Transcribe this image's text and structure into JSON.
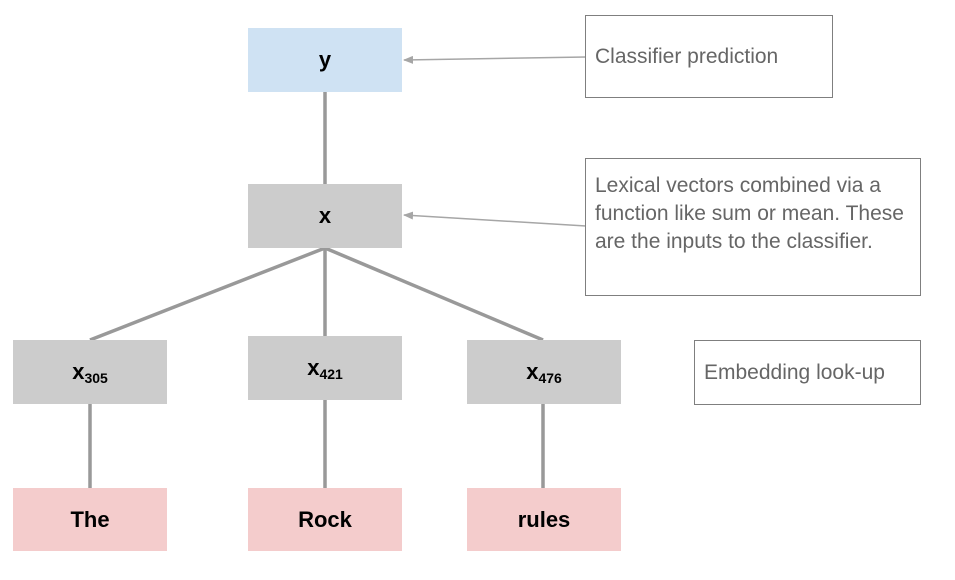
{
  "nodes": {
    "y": {
      "label": "y"
    },
    "x": {
      "label": "x"
    },
    "x305": {
      "base": "x",
      "sub": "305"
    },
    "x421": {
      "base": "x",
      "sub": "421"
    },
    "x476": {
      "base": "x",
      "sub": "476"
    },
    "word1": {
      "label": "The"
    },
    "word2": {
      "label": "Rock"
    },
    "word3": {
      "label": "rules"
    }
  },
  "annotations": {
    "prediction": "Classifier prediction",
    "combined": "Lexical vectors combined via a function like sum or mean. These are the inputs to the classifier.",
    "embedding": "Embedding look-up"
  },
  "colors": {
    "output": "#cfe2f3",
    "hidden": "#cccccc",
    "input": "#f4cccc",
    "edge": "#999999",
    "arrow": "#a6a6a6",
    "note_text": "#666666",
    "note_border": "#7f7f7f"
  }
}
